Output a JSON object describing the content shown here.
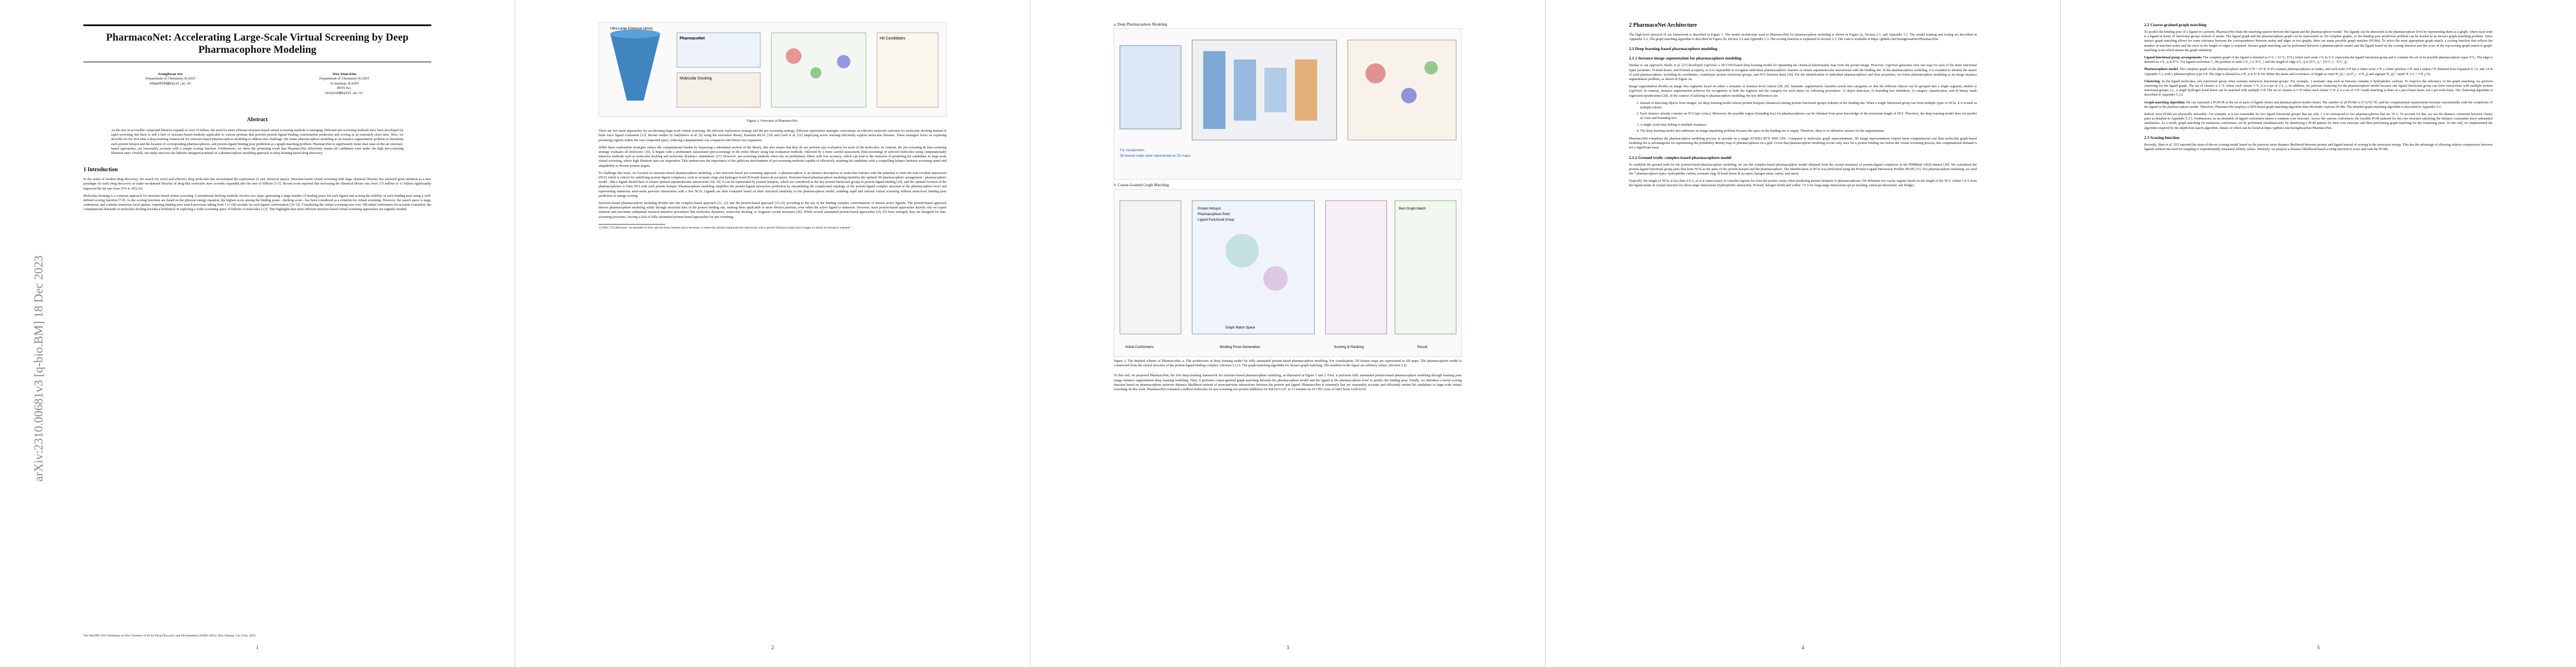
{
  "arxiv_label": "arXiv:2310.00681v3 [q-bio.BM] 18 Dec 2023",
  "paper": {
    "title": "PharmacoNet: Accelerating Large-Scale Virtual Screening by Deep Pharmacophore Modeling",
    "authors": [
      {
        "name": "Seonghwan Seo",
        "affil": "Department of Chemistry, KAIST",
        "email": "shwan0106@kaist.ac.kr"
      },
      {
        "name": "Woo Youn Kim",
        "affil": "Department of Chemistry, KAIST",
        "extra1": "AI Institute, KAIST",
        "extra2": "HITS Inc.",
        "email": "wooyoun@kaist.ac.kr"
      }
    ],
    "abstract_heading": "Abstract",
    "abstract": "As the size of accessible compound libraries expands to over 10 billion, the need for more efficient structure-based virtual screening methods is emerging. Different pre-screening methods have been developed for rapid screening, but there is still a lack of structure-based methods applicable to various proteins that perform protein-ligand binding conformation prediction and scoring in an extremely short time. Here, we describe for the first time a deep-learning framework for structure-based pharmacophore modeling to address this challenge. We frame pharmacophore modeling as an instance segmentation problem to determine each protein hotspot and the location of corresponding pharmacophores, and protein-ligand binding pose prediction as a graph-matching problem. PharmacoNet is significantly faster than state-of-the-art structure-based approaches, yet reasonably accurate with a simple scoring function. Furthermore, we show the promising result that PharmacoNet effectively retains hit candidates even under the high pre-screening filtration rates. Overall, our study uncovers the hitherto untapped potential of a pharmacophore modeling approach in deep learning-based drug discovery.",
    "intro_heading": "1   Introduction",
    "intro_p1": "In the realm of modern drug discovery, the search for novel and effective drug molecules has necessitated the exploration of vast chemical spaces. Structure-based virtual screening with large chemical libraries has attracted great attention as a new paradigm for early drug discovery as make-on-demand libraries of drug-like molecules have recently expanded into the tens of billions [1-5]. Recent work reported that increasing the chemical library size from 115 million to 11 billion significantly improved the hit rate from 15% to 30% [6].",
    "intro_p2": "Molecular docking is a common approach for structure-based virtual screening. Conventional docking methods involve two steps: generating a large number of binding poses for each ligand and scoring the stability of each binding pose using a well-defined scoring function [7-9]. As the scoring functions are based on the physical energy equation, the highest score among the binding poses - docking score - has been considered as a criterion for virtual screening. However, the search space is large, continuous, and contains numerous local optima, requiring binding pose search processes taking from 1 to 100 seconds for each ligand conformation [10-12]. Considering the virtual screening uses over 100 initial conformers for accurate evaluation, the computational demands of molecular docking become a bottleneck in exploring a wider screening space of billions of molecules [1,5]. This highlights that more efficient structure-based virtual screening approaches are urgently needed.",
    "venue_note": "The NeurIPS 2023 Workshop on New Frontiers of AI for Drug Discovery and Development (AI4D3 2023), New Orleans, LA, USA, 2023.",
    "page2": {
      "fig1_caption": "Figure 1: Overview of PharmacoNet.",
      "fig1_labels": [
        "Ultra-Large Chemical Library",
        "PharmacoNet",
        "Molecular Docking",
        "Hit Candidates"
      ],
      "p1": "There are two main approaches for accelerating large-scale virtual screening: the efficient exploration strategy and the pre-screening strategy. Efficient exploration strategies concentrate on effective molecule selection for molecular docking instead of brute force ligand evaluation [13]. Recent studies by Sadybekov et al. [6] using the structured library, Enamine REAL [14] and Graff et al. [15] employing active learning efficiently explore molecular libraries. These strategies focus on exploring promising regions within the vast compound space, reducing computational cost compared with library size expansion.",
      "p2": "While these exploration strategies reduce the computational burden by bypassing a substantial portion of the library, this also means that they do not perform any evaluation for most of the molecules. In contrast, the pre-screening & fine-screening strategy evaluates all molecules [16]. It begins with a preliminary assessment (pre-screening) of the entire library using fast evaluation methods, followed by a more careful assessment (fine-screening) of selected molecules using computationally intensive methods such as molecular docking and molecular dynamics simulations [17]. However, pre-screening methods often rely on preliminary filters with low accuracy, which can lead to the omission of promising hit candidates in large-scale virtual screening, where high filtration rates are imperative. This underscores the importance of the judicious development of pre-screening methods capable of effectively retaining hit candidates with a compelling balance between screening speed and adaptability to diverse protein targets.",
      "p3": "To challenge this issue, we focused on structure-based pharmacophore modeling, a fast structure-based pre-screening approach. A pharmacophore is an abstract description of molecular features with the potential to form the non-covalent interaction (NCI) which is critical for stabilizing protein-ligand complexes, such as aromatic rings and hydrogen bond (H-bond) donors & acceptors. Structure-based pharmacophore modeling identifies the optimal 3D pharmacophore arrangement - pharmacophore model - that a ligand should have to ensure optimal supramolecular interactions [18, 19]. It can be represented by protein hotspots, which are considered as the key protein functional groups to protein-ligand binding [20], and the optimal location of the pharmacophores to form NCI with each protein hotspot. Pharmacophore modeling simplifies the protein-ligand interaction prediction by streamlining the complicated topology of the protein-ligand complex structure at the pharmacophore level and representing numerous atom-atom pairwise interactions with a few NCIs. Ligands are then evaluated based on their structural similarity to the pharmacophore model, enabling rapid and rational virtual screening without atom-level binding pose prediction or energy scoring.",
      "p4": "Structure-based pharmacophore modeling divides into the complex-based approach [21, 22] and the protein-based approach [23-25] according to the use of the binding complex conformations of known active ligands. The protein-based approach derives pharmacophore modeling solely through structural data of the protein binding site, making them applicable to more diverse proteins, even when the active ligand is unknown. However, most protein-based approaches heavily rely on expert intuition and encounter substantial resource-intensive procedures like molecular dynamics, molecular docking, or fragment crystal structures [26]. While several automated protein-based approaches [24, 25] have emerged, they are designed for fine-screening processes, leaving a lack of fully automated protein-based approaches for pre-screening.",
      "footnote": "1 IUPAC [19] definition: \"an ensemble of steric and electronic features that is necessary to ensure the optimal supramolecular interactions with a specific biological target and to trigger (or block) its biological response\"",
      "pnum": "2"
    },
    "page3": {
      "fig_a_label": "a. Deep Pharmacophore Modeling",
      "fig_b_label": "b. Coarse-Grained Graph Matching",
      "fig_a_note1": "For visualization,",
      "fig_a_note2": "3D feature maps were represented as 2D maps.",
      "fig_b_axis": [
        "Initial Conformers",
        "Binding Pose Generation",
        "Scoring & Ranking",
        "Result"
      ],
      "fig_b_labels": [
        "Protein Hotspot",
        "Pharmacophore Point",
        "Ligand Functional Group",
        "Graph Match Space",
        "Best Graph Match"
      ],
      "fig2_caption": "Figure 2: The detailed scheme of PharmacoNet. a. The architecture of deep learning model for fully automated protein-based pharmacophore modeling. For visualization, 3D feature maps are represented as 2D maps. The pharmacophore model is constructed from the crystal structure of the protein-ligand binding complex. (Section 2.1) b. The graph-matching algorithm for inexact graph matching. The numbers in the figure are arbitrary values. (Section 2.2)",
      "p1": "To this end, we proposed PharmacoNet, the first deep-learning framework for structure-based pharmacophore modeling, as illustrated in Figure 1 and 2. First, it performs fully automated protein-based pharmacophore modeling through learning pose image instance segmentation deep learning modeling. Then, it performs coarse-grained graph matching between the pharmacophore model and the ligand at the pharmacophore level to predict the binding pose. Finally, we introduce a novel scoring function based on pharmacophore pairwise distance likelihood instead of atom-pairwise interactions between the protein and ligand. PharmacoNet is extremely fast yet reasonably accurate and efficiently retains hit candidates in large-scale virtual screening. In this work, PharmacoNet evaluated a million molecules for pre-screening two protein inhibitors for KRAS-G12C in 11 minutes on 16 CPU cores of Intel Xeon Gold 6234.",
      "pnum": "3"
    },
    "page4": {
      "sec2": "2   PharmacoNet Architecture",
      "p0": "The high-level protocol of our framework is described in Figure 1. The model architecture used in PharmacoNet for pharmacophore modeling is shown in Figure 2a, Section 2.1, and Appendix 5.1. The model training and testing are described in Appendix 5.2. The graph matching algorithm is described in Figure 2b, Section 2.2 and Appendix 5.3. The scoring function is explained in Section 2.3. The code is available at https://github.com/SeonghwanSeo/PharmacoNet.",
      "s21": "2.1   Deep learning-based pharmacophore modeling",
      "s211": "2.1.1   Instance image segmentation for pharmacophore modeling",
      "p1": "Similar to our approach, Skalic et al. [27] developed LigVoxel, a 3D CNN-based deep learning model for inpainting the chemical functionality map from the pocket image. However, LigVoxel generates only one map for each of the three functional types (aromatic, H-bond donor, and H-bond acceptor), so it is impossible to recognize individual pharmacophoric features or ensure supramolecular interactions with the binding site. In the pharmacophore modeling, it is essential to identify the nature of each pharmacophore, including its coordinates, counterpart protein functional groups, and NCI between them [18]. For the identification of individual pharmacophores and their properties, we frame pharmacophore modeling as an image instance segmentation problem, as shown in Figure 2a.",
      "p2": "Image segmentation divides an image into segments based on either a semantic or instance-level criteria [28, 29]. Semantic segmentation classifies pixels into categories so that the different objects can be grouped into a single segment, similar to LigVoxel. In contrast, instance segmentation achieves the recognition of both the segment and the category for each object by following procedures: 1) object detection, 2) bounding box definition, 3) category classification, and 4) binary mask regression (predictions) [29]. In the context of tailoring to pharmacophore modeling, the key differences are:",
      "list": [
        "Instead of detecting objects from images, we deep learning model selects protein hotspots (instances) among protein functional groups (tokens) in the binding site. When a single functional group can form multiple types of NCIs, it is treated as multiple tokens.",
        "Each instance already contains an NCI type (class). Moreover, the possible region (bounding box) for pharmacophores can be obtained from prior knowledge of the maximum length of NCI. Therefore, the deep learning model does not predict its class and bounding box.",
        "A single voxel may belong to multiple instances.",
        "The deep learning model also addresses an image inpainting problem because the space in the binding site is empty. Therefore, there is no definitive answer for the segmentation."
      ],
      "p3": "PharmacoNet completes the pharmacophore modeling process in seconds on a single NVIDIA RTX 3090 GPU. Compared to molecular graph representations, 3D image representations require more computational cost than molecular graph-based modeling but is advantageous for representing the probability density map of pharmacophores on a grid. Given that pharmacophore modeling occurs only once for a protein binding site before the virtual screening process, this computational demand is not a significant issue.",
      "s212": "2.1.2   Ground truth: complex-based pharmacophore model",
      "p4": "To establish the ground truth for the protein-based pharmacophore modeling, we use the complex-based pharmacophore model obtained from the crystal structures of protein-ligand complexes in the PDBBind v2020 dataset [30]. We considered the protein-ligand functional group pairs that form NCIs as the pairs of the protein hotspot and the pharmacophore. The identification of NCIs was performed using the Protein-Ligand Interaction Profiler (PLIP) [31]. For pharmacophore modeling, we used the 7 pharmacophore types: hydrophobic carbon, aromatic ring, H-bond donor & acceptor, halogen atom, cation, and anion.",
      "p5": "Typically, the length of NCIs is less than 6.0 A, so it is unnecessary to consider regions far from the pocket cavity when predicting protein hotspots or pharmacophores. We delineate two cavity regions based on the length of the NCI: within 5.0 A from the ligand atoms in crystal structure for short-range interactions (hydrophobic interaction, H-bond, halogen bond) and within 7.0 A for long-range interactions (pi-pi stacking, cation-pi interaction, salt bridge).",
      "pnum": "4"
    },
    "page5": {
      "s22": "2.2   Coarse-grained graph matching",
      "p1": "To predict the binding pose of a ligand in a protein, PharmacoNet finds the matching pattern between the ligand and the pharmacophore model. The ligands can be abstracted at the pharmacophore level by representing them as a graph, where each node is a ligand in terms of functional groups instead of atoms. The ligand graph and the pharmacophore graph can be represented as 3D complete graphs, so the binding pose prediction problem can be treated as an inexact graph-matching problem. Since inexact graph matching allows for some tolerance between the correspondence between nodes and edges in two graphs, there are many possible graph matches (PGMs). To select the most appropriate graph match, a scoring function that reflects the number of matched nodes and the error in the length of edges is required. Inexact graph matching can be performed between a pharmacophore model and the ligand based on the scoring function and the score of the top-scoring graph match is graph-matching score which means the graph similarity.",
      "h_lfg": "Ligand functional group arrangements.",
      "p_lfg": "The complete graph of the ligand is denoted as G^L = (V^L, E^L) where each node v^L in V^L represents the ligand functional group and it contains the set of its possible pharmacophore types T^L. The edge is denoted as e^L_ij in E^L. For ligand conformer C, the position of node v^L_i is X^C_i and the length of edge e^L_ij is D^C_ij = ||X^C_i - X^C_j||.",
      "h_pm": "Pharmacophore model.",
      "p_pm": "The complete graph of the pharmacophore model G^P = (V^P, E^P) contains pharmacophores as nodes, and each node v^P has a token score s^P, a center position x^P, and a radius r^P obtained from Equation 9, 13, and 14 in Appendix 5.1, with a pharmacophore type t^P. The edge is denoted as e^P_ij in E^P. We define the mean and covariance of length as mu(e^P_ij) = ||x^P_i - x^P_j|| and sigma(e^P_ij) = sqrt(r^P_i^2 + r^P_j^2).",
      "h_cl": "Clustering.",
      "p_cl": "In the ligand molecules, one functional group often contains numerous functional groups. For example, 1 aromatic ring such as benzene contains 6 hydrophobic carbons. To improve the efficiency of the graph matching, we perform clustering for the ligand graph. The set of clusters is C^L where each cluster C^L_k is a set of v^L_i. In addition, we perform clustering for the pharmacophore model because one ligand functional group can form interactions with multiple protein functional groups, i.e., a single hydrogen bond donor can be matched with multiple v^P. The set of clusters is C^P where each cluster C^P_k is a set of v^P. Graph matching is done on a per-cluster basis, not a per-node basis. The clustering algorithm is described in Appendix 5.3.2.",
      "h_gm": "Graph-matching algorithm.",
      "p_gm": "We can represent a PGM M as the set of pairs of ligand cluster and pharmacophore model cluster. The number of all PGMs is |C^L|*|C^P|, and the computational requirements increase exponentially with the complexity of the ligand or the pharmacophore model. Therefore, PharmacoNet employs a DFS-based graph-matching algorithm that efficiently explores PGMs. The detailed graph-matching algorithm is described in Appendix 5.3.",
      "p_gm2": "Indeed, most PGMs are physically infeasible. For example, it is not reasonable for two ligand functional groups that are only 1 A to correspond to two pharmacophores that are 10 A. To account for this, we use the distance constraint between cluster pairs as detailed in Appendix 5.3.3. Furthermore, as an ensemble of ligand conformers shares a common core structure. Across the various conformers, the feasible PGM patterns for the core structure satisfying the distance constraints show substantial similarities. As a result, graph matching for numerous conformers can be performed simultaneously by identifying a PGM pattern for their core structure and then performing graph matching for the remaining parts. To this end, we implemented the algorithm inspired by the depth-first search algorithm, details of which can be found at https://github.com/SeonghwanSeo/PharmacoNet.",
      "s23": "2.3   Scoring function",
      "p_sf": "Recently, Shen et al. [32] reported the state-of-the-art scoring model based on the pairwise atom distance likelihood between protein and ligand instead of scoring in the atom-pair energy. This has the advantage of allowing relative comparisons between ligands without the need for mapping to experimentally measured affinity values. Similarly, we propose a distance likelihood-based scoring function to score and rank the PGMs.",
      "pnum": "5"
    },
    "page1_num": "1"
  }
}
